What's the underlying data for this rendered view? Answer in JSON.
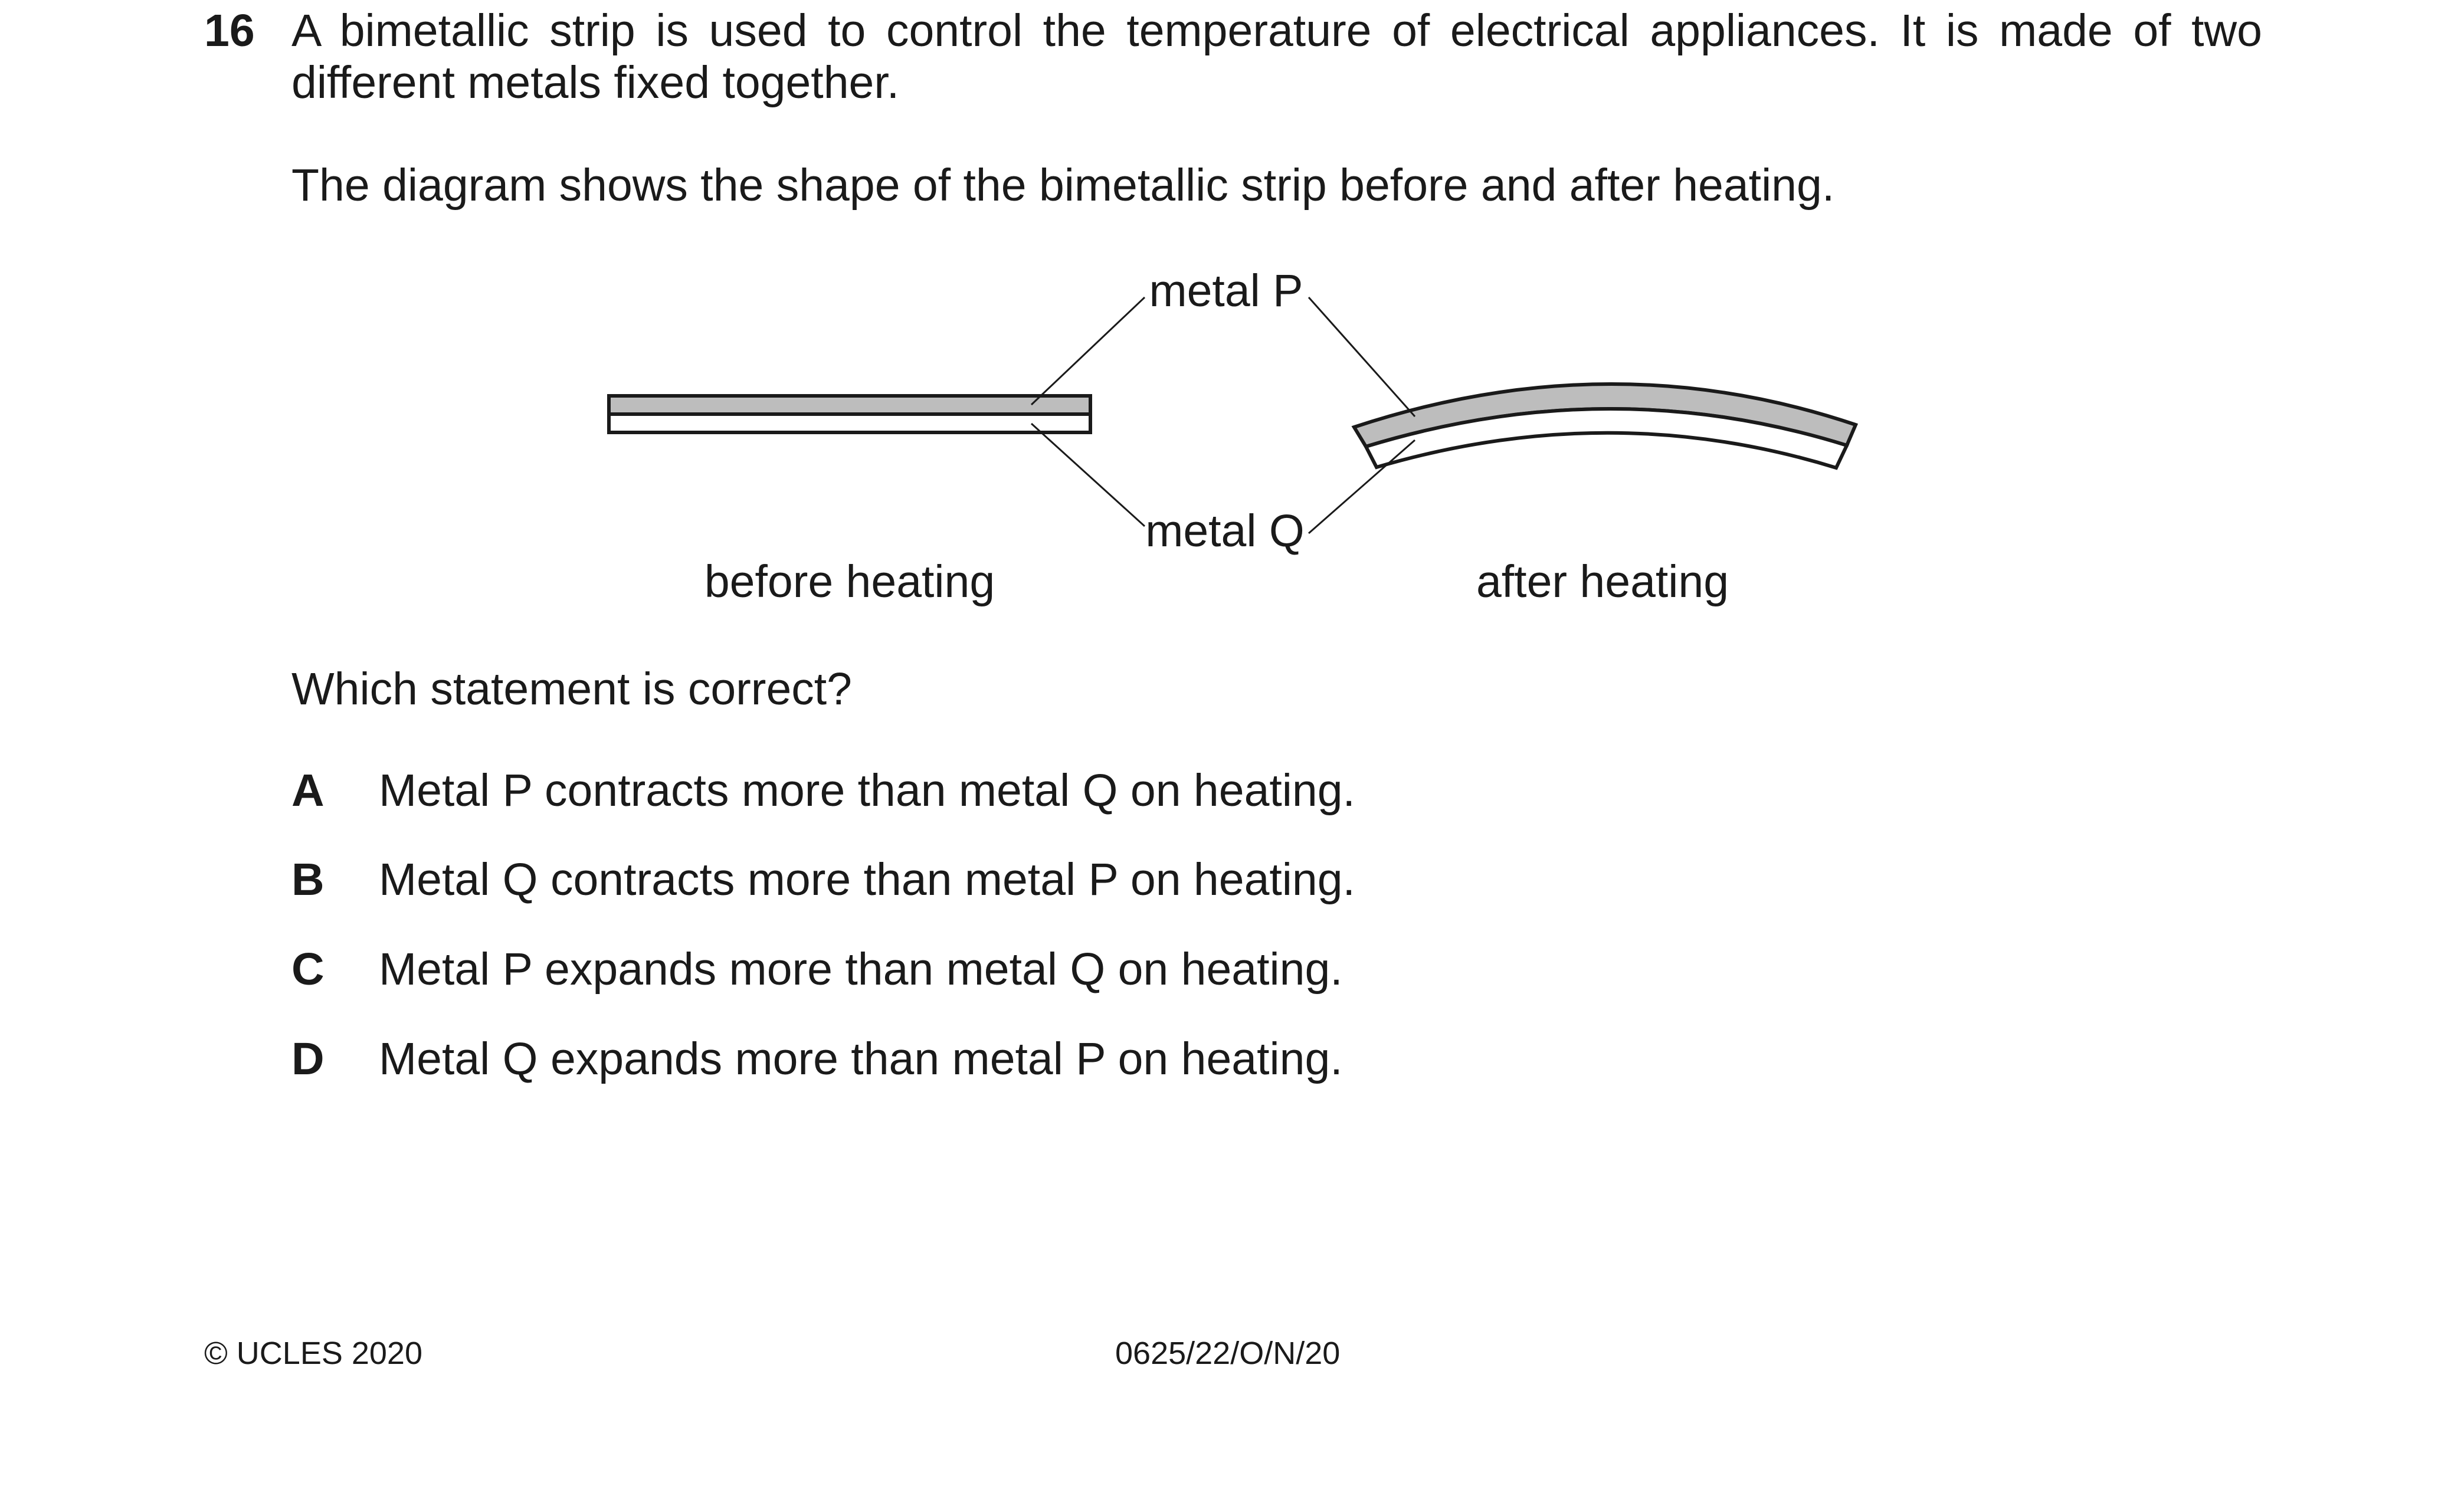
{
  "question": {
    "number": "16",
    "intro": "A bimetallic strip is used to control the temperature of electrical appliances. It is made of two different metals fixed together.",
    "diagram_caption": "The diagram shows the shape of the bimetallic strip before and after heating.",
    "diagram": {
      "label_p": "metal P",
      "label_q": "metal Q",
      "label_before": "before heating",
      "label_after": "after heating",
      "colors": {
        "metal_p_fill": "#bdbdbd",
        "metal_q_fill": "#ffffff",
        "stroke": "#1a1a1a"
      }
    },
    "prompt": "Which statement is correct?",
    "options": [
      {
        "letter": "A",
        "text": "Metal P contracts more than metal Q on heating."
      },
      {
        "letter": "B",
        "text": "Metal Q contracts more than metal P on heating."
      },
      {
        "letter": "C",
        "text": "Metal P expands more than metal Q on heating."
      },
      {
        "letter": "D",
        "text": "Metal Q expands more than metal P on heating."
      }
    ]
  },
  "footer": {
    "copyright": "© UCLES 2020",
    "code": "0625/22/O/N/20"
  }
}
